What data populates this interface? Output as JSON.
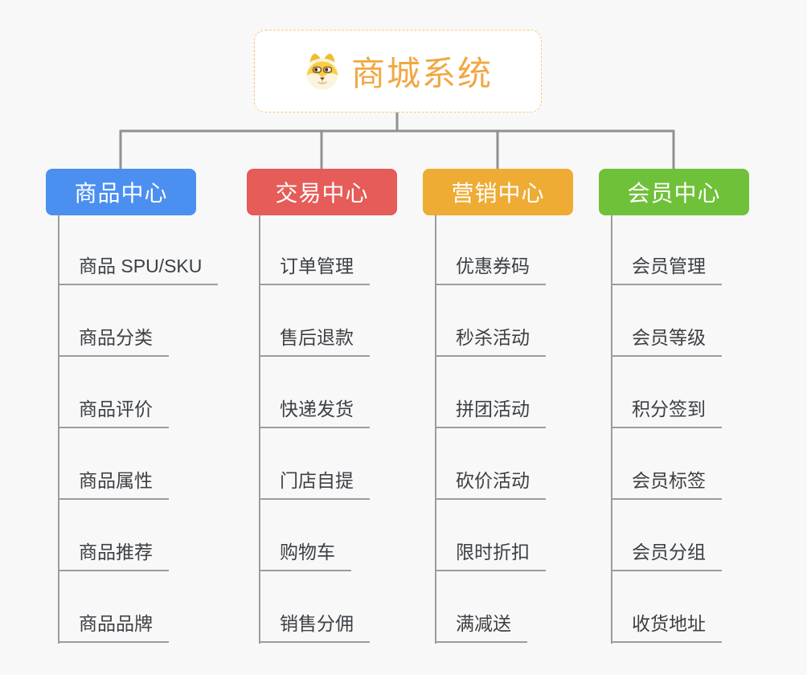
{
  "page": {
    "background_color": "#f8f8f8",
    "connector_color": "#919191",
    "leaf_line_color": "#9c9c9c"
  },
  "root": {
    "title": "商城系统",
    "icon": "dog-icon",
    "text_color": "#F0A843",
    "border_color": "#F5C877"
  },
  "branches": [
    {
      "label": "商品中心",
      "color": "#4B8FF0",
      "items": [
        "商品 SPU/SKU",
        "商品分类",
        "商品评价",
        "商品属性",
        "商品推荐",
        "商品品牌"
      ]
    },
    {
      "label": "交易中心",
      "color": "#E55C59",
      "items": [
        "订单管理",
        "售后退款",
        "快递发货",
        "门店自提",
        "购物车",
        "销售分佣"
      ]
    },
    {
      "label": "营销中心",
      "color": "#EEAC35",
      "items": [
        "优惠券码",
        "秒杀活动",
        "拼团活动",
        "砍价活动",
        "限时折扣",
        "满减送"
      ]
    },
    {
      "label": "会员中心",
      "color": "#70C13A",
      "items": [
        "会员管理",
        "会员等级",
        "积分签到",
        "会员标签",
        "会员分组",
        "收货地址"
      ]
    }
  ]
}
